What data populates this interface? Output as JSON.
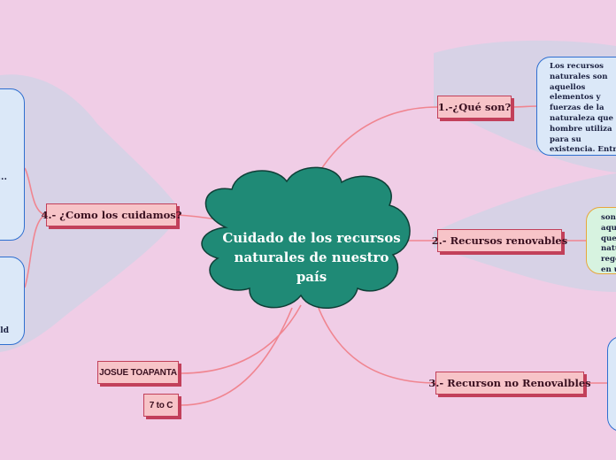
{
  "central_topic": "Cuidado de los recursos naturales de nuestro país",
  "branches": [
    {
      "label": "1.-¿Qué son?"
    },
    {
      "label": "2.- Recursos renovables"
    },
    {
      "label": "3.- Recurson no Renovalbles"
    },
    {
      "label": "4.- ¿Como los cuidamos?"
    }
  ],
  "notes": {
    "que_son": "Los recursos naturales son aquellos elementos y fuerzas de la naturaleza que el hombre utiliza para su existencia. Entre ellos tenemos: la luz solar, el agua, el aire, los minerales, la energía de las marcas, la energía del viento, la fauna y otros",
    "renovables": "son aquellos que la naturaleza regenera en un tiempo igual o menor a su consumo",
    "cuidamos_1": "...",
    "cuidamos_2": "ld"
  },
  "author": {
    "name": "JOSUE TOAPANTA",
    "grade": "7 to C"
  },
  "colors": {
    "background": "#f0cde6",
    "cloud": "#1f8a76",
    "node_fill": "#f7c4c8",
    "node_border": "#c2405a",
    "link": "#f08590"
  }
}
